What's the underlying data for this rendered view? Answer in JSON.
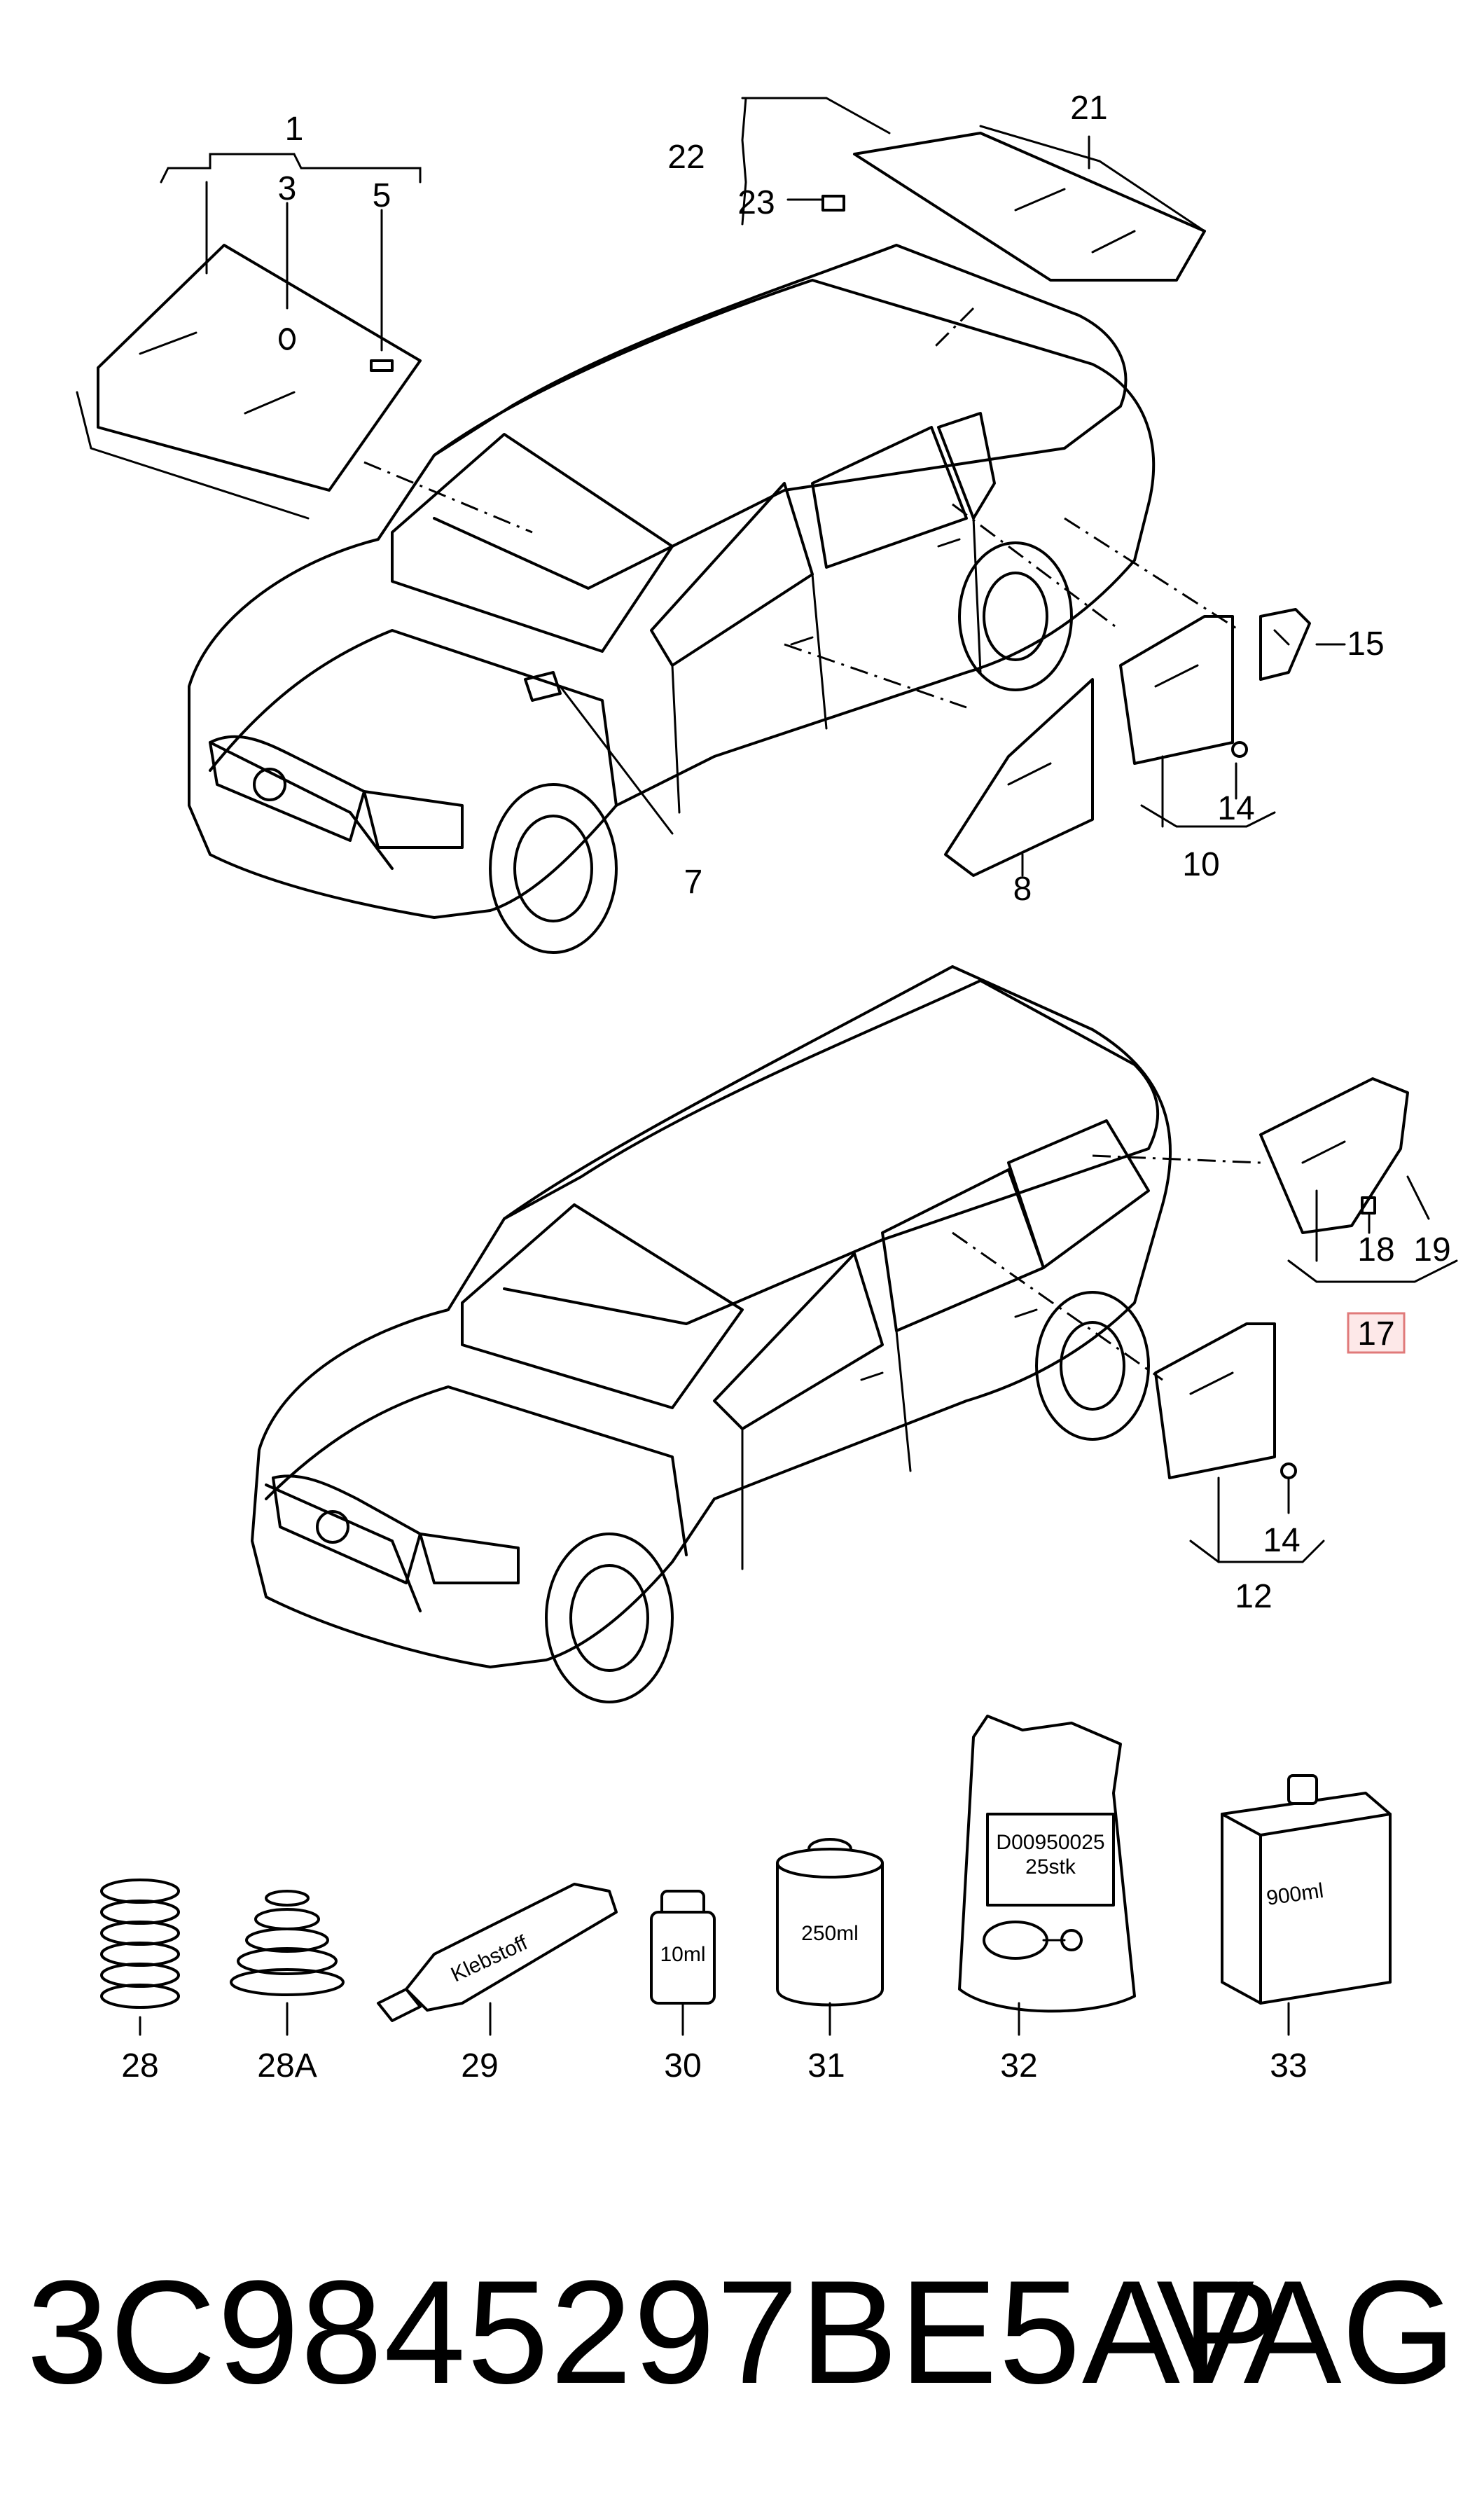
{
  "callouts": {
    "c1": "1",
    "c3": "3",
    "c5": "5",
    "c7": "7",
    "c8": "8",
    "c10": "10",
    "c12": "12",
    "c14a": "14",
    "c14b": "14",
    "c15": "15",
    "c17": "17",
    "c18": "18",
    "c19": "19",
    "c21": "21",
    "c22": "22",
    "c23": "23",
    "c28": "28",
    "c28a": "28A",
    "c29": "29",
    "c30": "30",
    "c31": "31",
    "c32": "32",
    "c33": "33"
  },
  "highlight_color": "#e07a7a",
  "product_labels": {
    "tube": "Klebstoff",
    "bottle_small": "10ml",
    "can": "250ml",
    "bag_code": "D00950025",
    "bag_qty": "25stk",
    "canister": "900ml"
  },
  "footer": {
    "part_number": "3C9845297BE5AP",
    "brand": "VAG"
  }
}
